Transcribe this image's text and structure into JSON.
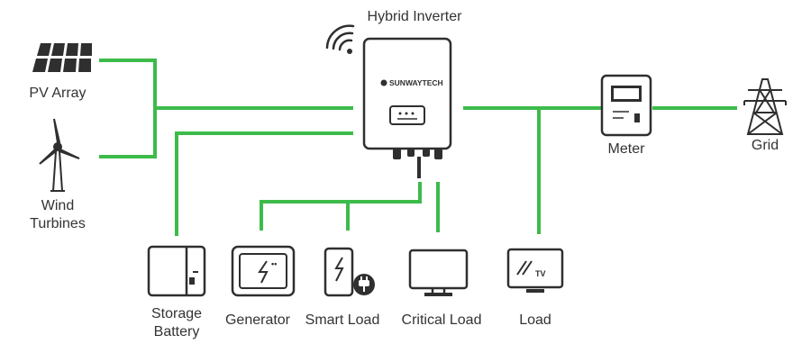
{
  "colors": {
    "wire": "#3dbb4a",
    "icon": "#2f2f2f"
  },
  "inverter": {
    "title": "Hybrid Inverter",
    "brand": "SUNWAYTECH",
    "icon": "hybrid-inverter-icon",
    "status_icon": "wifi-signal-icon"
  },
  "sources": [
    {
      "id": "pv",
      "label": "PV Array",
      "icon": "solar-panel-icon"
    },
    {
      "id": "wind",
      "label_lines": [
        "Wind",
        "Turbines"
      ],
      "icon": "wind-turbine-icon"
    }
  ],
  "grid_side": [
    {
      "id": "meter",
      "label": "Meter",
      "icon": "electric-meter-icon"
    },
    {
      "id": "grid",
      "label": "Grid",
      "icon": "transmission-tower-icon"
    }
  ],
  "loads": [
    {
      "id": "battery",
      "label_lines": [
        "Storage",
        "Battery"
      ],
      "icon": "storage-battery-icon"
    },
    {
      "id": "generator",
      "label": "Generator",
      "icon": "generator-icon"
    },
    {
      "id": "smart",
      "label": "Smart Load",
      "icon": "smart-load-icon"
    },
    {
      "id": "critical",
      "label": "Critical Load",
      "icon": "monitor-icon"
    },
    {
      "id": "load",
      "label": "Load",
      "icon": "tv-icon"
    }
  ]
}
